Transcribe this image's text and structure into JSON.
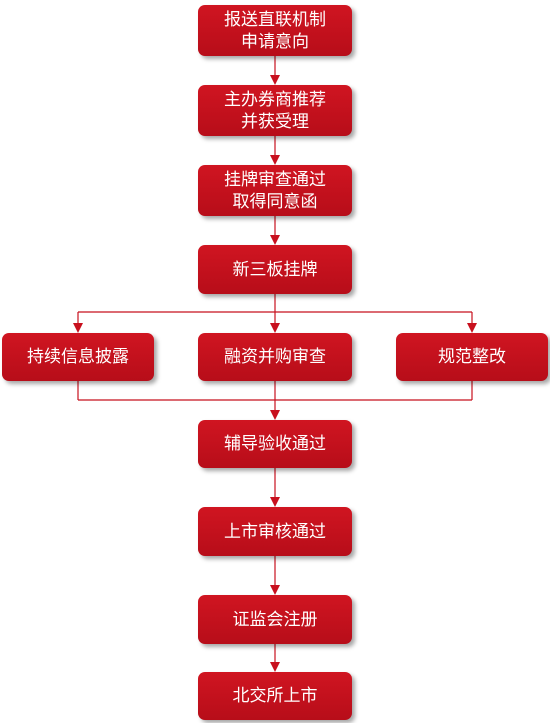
{
  "flowchart": {
    "steps": [
      {
        "label": "报送直联机制\n申请意向"
      },
      {
        "label": "主办券商推荐\n并获受理"
      },
      {
        "label": "挂牌审查通过\n取得同意函"
      },
      {
        "label": "新三板挂牌"
      },
      {
        "label": "辅导验收通过"
      },
      {
        "label": "上市审核通过"
      },
      {
        "label": "证监会注册"
      },
      {
        "label": "北交所上市"
      }
    ],
    "parallel": [
      {
        "label": "持续信息披露"
      },
      {
        "label": "融资并购审查"
      },
      {
        "label": "规范整改"
      }
    ],
    "colors": {
      "box": "#c8101e",
      "line": "#c8101e",
      "text": "#ffffff"
    }
  }
}
